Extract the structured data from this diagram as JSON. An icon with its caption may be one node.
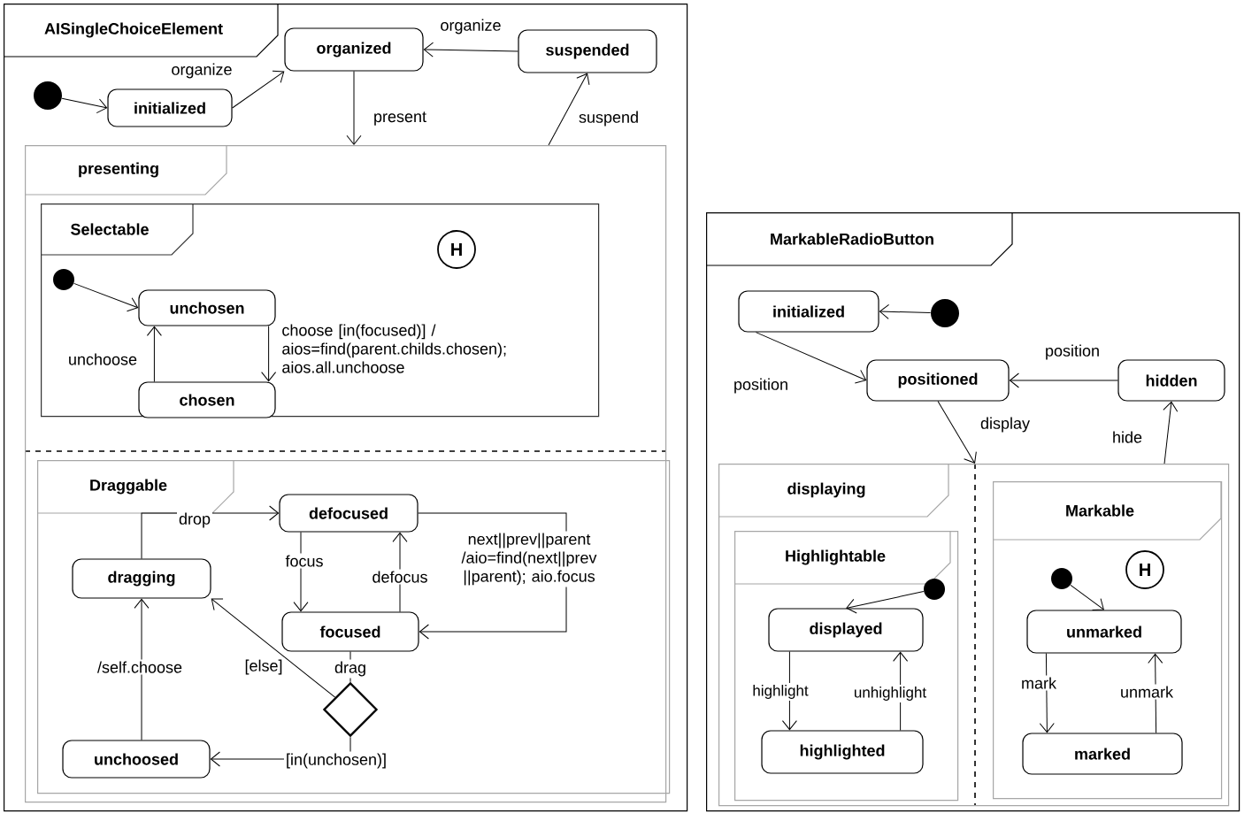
{
  "diagram": {
    "nodes": [
      {
        "text": [
          "AISingleChoiceElement"
        ]
      },
      {
        "text": [],
        "shape": "circle",
        "in": 0
      },
      {
        "text": [
          "initialized"
        ],
        "in": 0
      },
      {
        "text": [
          "organized"
        ],
        "in": 0
      },
      {
        "text": [
          "suspended"
        ],
        "in": 0
      },
      {
        "text": [
          "presenting"
        ],
        "in": 0
      },
      {
        "text": [
          "Selectable"
        ],
        "in": 5
      },
      {
        "text": [
          "H"
        ],
        "in": 6
      },
      {
        "text": [],
        "shape": "circle",
        "in": 6
      },
      {
        "text": [
          "unchosen"
        ],
        "in": 6
      },
      {
        "text": [
          "chosen"
        ],
        "in": 6
      },
      {
        "text": [
          "Draggable"
        ],
        "in": 5
      },
      {
        "text": [
          "defocused"
        ],
        "in": 11
      },
      {
        "text": [
          "dragging"
        ],
        "in": 11
      },
      {
        "text": [
          "focused"
        ],
        "in": 11
      },
      {
        "text": [],
        "shape": "diamond",
        "in": 11
      },
      {
        "text": [
          "unchoosed"
        ],
        "in": 11
      },
      {
        "text": [
          "MarkableRadioButton"
        ]
      },
      {
        "text": [
          "initialized"
        ],
        "in": 17
      },
      {
        "text": [],
        "shape": "circle",
        "in": 17
      },
      {
        "text": [
          "positioned"
        ],
        "in": 17
      },
      {
        "text": [
          "hidden"
        ],
        "in": 17
      },
      {
        "text": [
          "displaying"
        ],
        "in": 17
      },
      {
        "text": [
          "Highlightable"
        ],
        "in": 22
      },
      {
        "text": [],
        "shape": "circle",
        "in": 23
      },
      {
        "text": [
          "displayed"
        ],
        "in": 23
      },
      {
        "text": [
          "highlighted"
        ],
        "in": 23
      },
      {
        "text": [
          "Markable"
        ],
        "in": 22
      },
      {
        "text": [
          "H"
        ],
        "in": 27
      },
      {
        "text": [],
        "shape": "circle",
        "in": 27
      },
      {
        "text": [
          "unmarked"
        ],
        "in": 27
      },
      {
        "text": [
          "marked"
        ],
        "in": 27
      }
    ],
    "edges": [
      {
        "from": 1,
        "to": 2,
        "arrow": "to"
      },
      {
        "from": 2,
        "to": 3,
        "arrow": "to",
        "label": "organize"
      },
      {
        "from": 4,
        "to": 3,
        "arrow": "to",
        "label": "organize"
      },
      {
        "from": 3,
        "to": 5,
        "arrow": "to",
        "label": "present"
      },
      {
        "from": 5,
        "to": 4,
        "arrow": "to",
        "label": "suspend"
      },
      {
        "from": 8,
        "to": 9,
        "arrow": "to"
      },
      {
        "from": 9,
        "to": 10,
        "arrow": "to",
        "label": "choose [in(focused)] / aios=find(parent.childs.chosen); aios.all.unchoose"
      },
      {
        "from": 10,
        "to": 9,
        "arrow": "to",
        "label": "unchoose"
      },
      {
        "from": 13,
        "to": 12,
        "arrow": "to",
        "label": "drop"
      },
      {
        "from": 12,
        "to": 14,
        "arrow": "to",
        "label": "focus"
      },
      {
        "from": 14,
        "to": 12,
        "arrow": "to",
        "label": "defocus"
      },
      {
        "from": 12,
        "to": 14,
        "arrow": "to",
        "label": "next||prev||parent /aio=find(next||prev ||parent); aio.focus"
      },
      {
        "from": 14,
        "to": 15,
        "arrow": "none",
        "label": "drag"
      },
      {
        "from": 15,
        "to": 13,
        "arrow": "to",
        "label": "[else]"
      },
      {
        "from": 15,
        "to": 16,
        "arrow": "to",
        "label": "[in(unchosen)]"
      },
      {
        "from": 16,
        "to": 13,
        "arrow": "to",
        "label": "/self.choose"
      },
      {
        "from": 19,
        "to": 18,
        "arrow": "to"
      },
      {
        "from": 18,
        "to": 20,
        "arrow": "to",
        "label": "position"
      },
      {
        "from": 21,
        "to": 20,
        "arrow": "to",
        "label": "position"
      },
      {
        "from": 20,
        "to": 22,
        "arrow": "to",
        "label": "display"
      },
      {
        "from": 22,
        "to": 21,
        "arrow": "to",
        "label": "hide"
      },
      {
        "from": 24,
        "to": 25,
        "arrow": "to"
      },
      {
        "from": 25,
        "to": 26,
        "arrow": "to",
        "label": "highlight"
      },
      {
        "from": 26,
        "to": 25,
        "arrow": "to",
        "label": "unhighlight"
      },
      {
        "from": 29,
        "to": 30,
        "arrow": "to"
      },
      {
        "from": 30,
        "to": 31,
        "arrow": "to",
        "label": "mark"
      },
      {
        "from": 31,
        "to": 30,
        "arrow": "to",
        "label": "unmark"
      }
    ]
  }
}
